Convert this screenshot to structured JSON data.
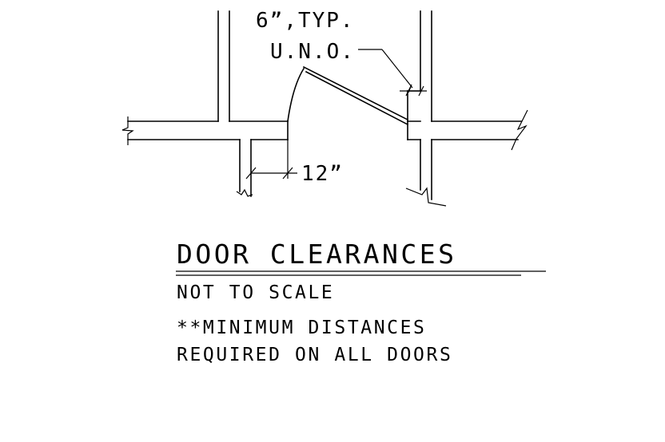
{
  "dimensions": {
    "top_label_line1": "6”,TYP.",
    "top_label_line2": "U.N.O.",
    "side_label": "12”"
  },
  "title": "DOOR CLEARANCES",
  "scale_note": "NOT TO SCALE",
  "notes": [
    "**MINIMUM DISTANCES",
    "REQUIRED ON ALL DOORS"
  ]
}
